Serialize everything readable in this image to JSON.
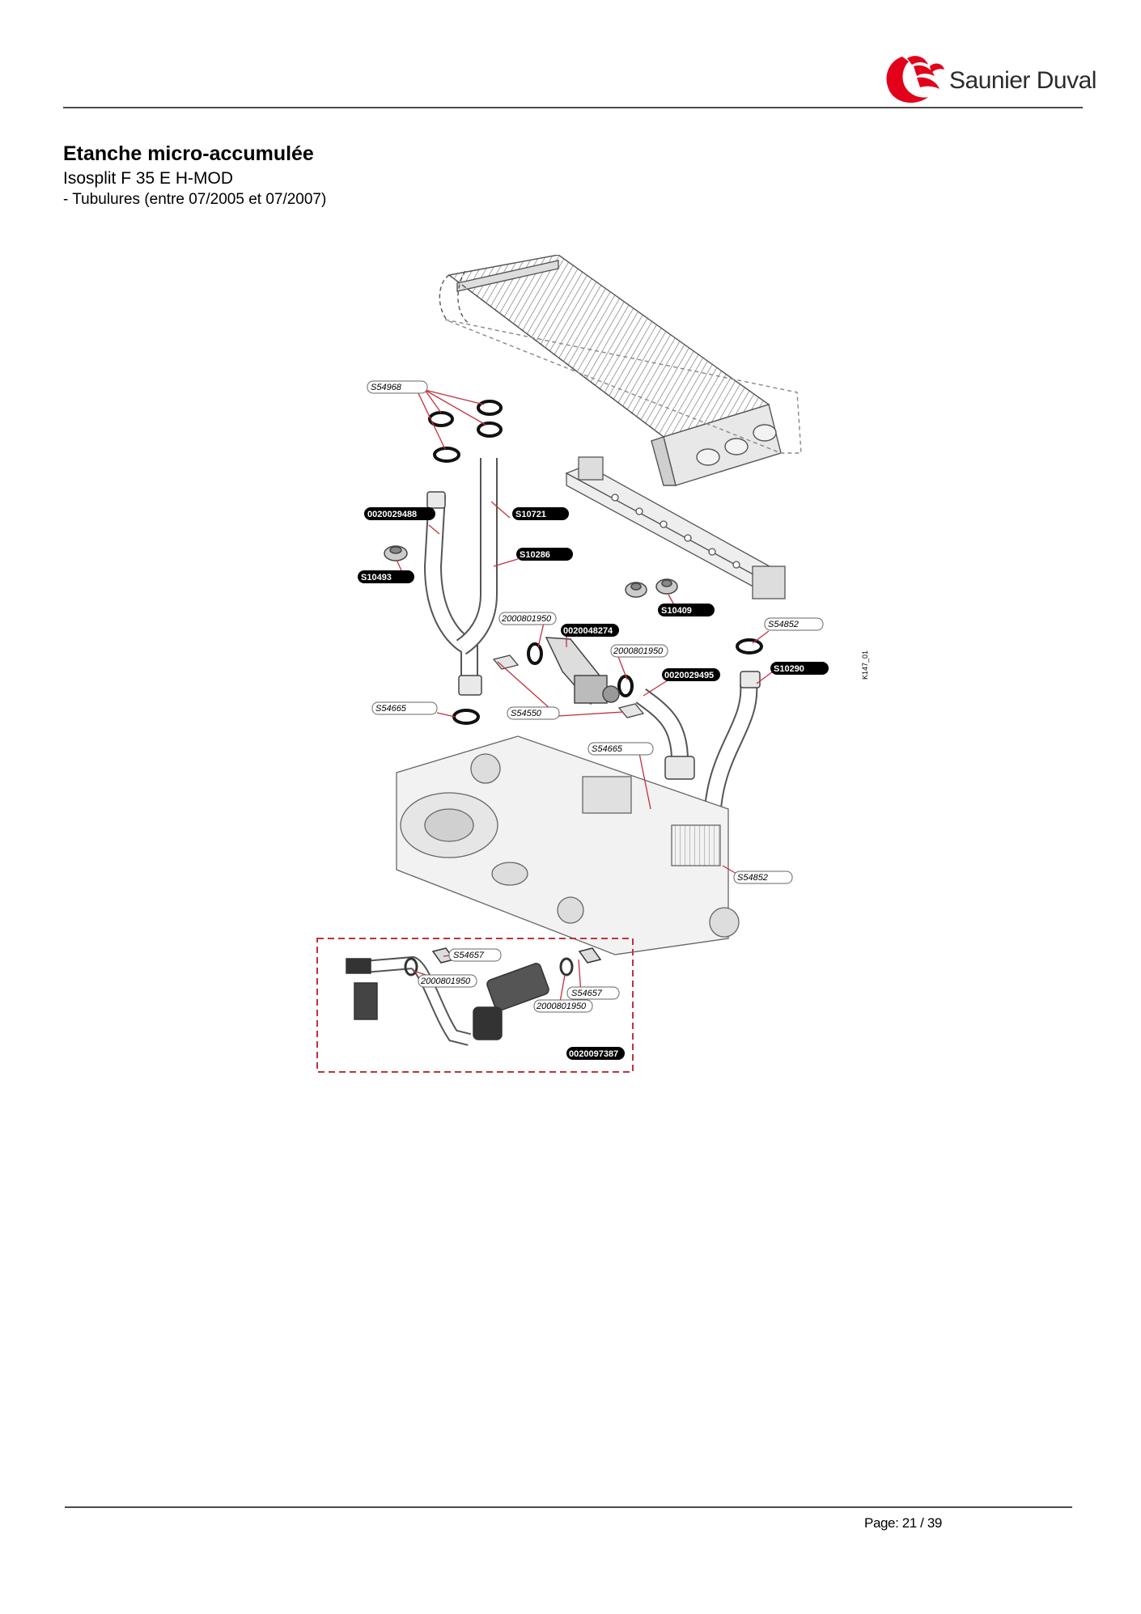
{
  "header": {
    "brand_name": "Saunier Duval",
    "brand_color": "#e2001a"
  },
  "document": {
    "title": "Etanche micro-accumulée",
    "subtitle": "Isosplit F 35 E H-MOD",
    "section": "- Tubulures (entre 07/2005 et 07/2007)"
  },
  "diagram": {
    "drawing_ref": "K147_01",
    "callouts": {
      "s54968": "S54968",
      "p0020029488": "0020029488",
      "s10721": "S10721",
      "s10286": "S10286",
      "s10493": "S10493",
      "s10409": "S10409",
      "s54852_top": "S54852",
      "p2000801950_a": "2000801950",
      "p0020048274": "0020048274",
      "p2000801950_b": "2000801950",
      "p0020029495": "0020029495",
      "s10290": "S10290",
      "s54665_left": "S54665",
      "s54550": "S54550",
      "s54665_mid": "S54665",
      "s54852_bottom": "S54852",
      "s54657_a": "S54657",
      "p2000801950_c": "2000801950",
      "s54657_b": "S54657",
      "p2000801950_d": "2000801950",
      "p0020097387": "0020097387"
    },
    "kit_box_color": "#c0323c"
  },
  "footer": {
    "page_label": "Page: 21 / 39"
  }
}
